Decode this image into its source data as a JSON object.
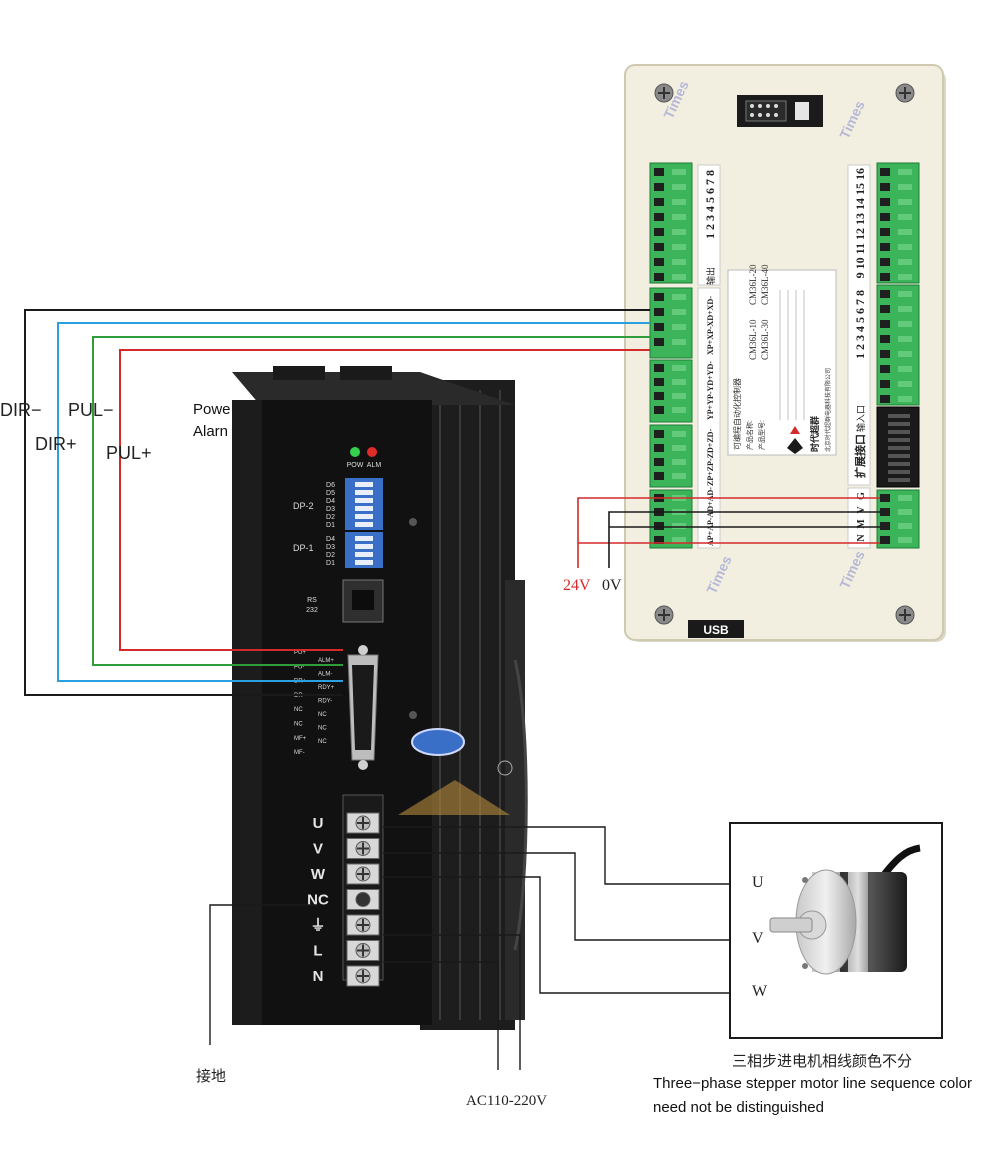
{
  "controller": {
    "usb_label": "USB",
    "watermark": "Times",
    "logo_text": "时代超群",
    "output_header": "输出",
    "output_numbers": "1 2 3 4 5 6 7 8",
    "input_header": "输入口",
    "input_numbers_a": "1 2 3 4 5 6 7 8",
    "input_numbers_b": "9 10 11 12 13 14 15 16",
    "axis_labels": [
      "XP+",
      "XP-",
      "XD+",
      "XD-",
      "YP+",
      "YP-",
      "YD+",
      "YD-",
      "ZP+",
      "ZP-",
      "ZD+",
      "ZD-",
      "AP+",
      "AP-",
      "AD+",
      "AD-"
    ],
    "ext_label": "扩展接口",
    "power_labels": [
      "G",
      "V",
      "M",
      "N"
    ],
    "info_card": {
      "title": "可编程自动化控制器",
      "model_label": "产品名称:",
      "type_label": "产品型号:",
      "models": [
        "CM36L-10",
        "CM36L-20",
        "CM36L-30",
        "CM36L-40"
      ],
      "company": "北京时代超群电器科技有限公司"
    }
  },
  "driver": {
    "led_labels": [
      "POW",
      "ALM"
    ],
    "dp2_label": "DP-2",
    "dp1_label": "DP-1",
    "dp2_switches": [
      "D6",
      "D5",
      "D4",
      "D3",
      "D2",
      "D1"
    ],
    "dp1_switches": [
      "D4",
      "D3",
      "D2",
      "D1"
    ],
    "rs_label": "RS",
    "rs_num": "232",
    "left_pins": [
      "PU+",
      "PU-",
      "DR+",
      "DR-",
      "NC",
      "NC",
      "MF+",
      "MF-"
    ],
    "right_pins": [
      "ALM+",
      "ALM-",
      "RDY+",
      "RDY-",
      "NC",
      "NC",
      "NC"
    ],
    "terminal_labels": [
      "U",
      "V",
      "W",
      "NC",
      "⏚",
      "L",
      "N"
    ]
  },
  "annotations": {
    "dir_minus": "DIR−",
    "pul_minus": "PUL−",
    "dir_plus": "DIR+",
    "pul_plus": "PUL+",
    "power_partial": "Powe",
    "alarm_partial": "Alarn",
    "v24": "24V",
    "v0": "0V",
    "ground": "接地",
    "ac": "AC110-220V",
    "motor_u": "U",
    "motor_v": "V",
    "motor_w": "W",
    "caption_cn": "三相步进电机相线颜色不分",
    "caption_en_1": "Three−phase stepper motor line sequence color",
    "caption_en_2": "need not be distinguished"
  },
  "colors": {
    "wire_black": "#1a1a1a",
    "wire_blue": "#2aa0e0",
    "wire_green": "#2f9e3a",
    "wire_red": "#d42a2a",
    "label_red": "#d42a2a",
    "terminal_green": "#3cb55a",
    "panel_bg": "#f2efe0",
    "driver_body": "#111111"
  }
}
